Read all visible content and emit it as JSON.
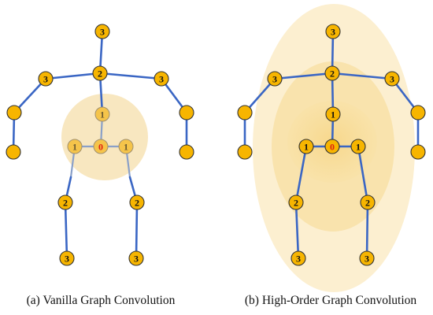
{
  "panels": [
    {
      "caption": "(a) Vanilla Graph Convolution",
      "labels": {
        "head": "3",
        "neck": "2",
        "l_shoulder": "3",
        "r_shoulder": "3",
        "spine": "1",
        "center": "0",
        "l_hip": "1",
        "r_hip": "1",
        "l_knee": "2",
        "r_knee": "2",
        "l_ankle": "3",
        "r_ankle": "3"
      }
    },
    {
      "caption": "(b) High-Order Graph Convolution",
      "labels": {
        "head": "3",
        "neck": "2",
        "l_shoulder": "3",
        "r_shoulder": "3",
        "spine": "1",
        "center": "0",
        "l_hip": "1",
        "r_hip": "1",
        "l_knee": "2",
        "r_knee": "2",
        "l_ankle": "3",
        "r_ankle": "3"
      }
    }
  ],
  "colors": {
    "bone": "#3a66c4",
    "joint": "#f7b500",
    "center_label": "#e02010",
    "receptive_field": "#f8e4b0"
  }
}
